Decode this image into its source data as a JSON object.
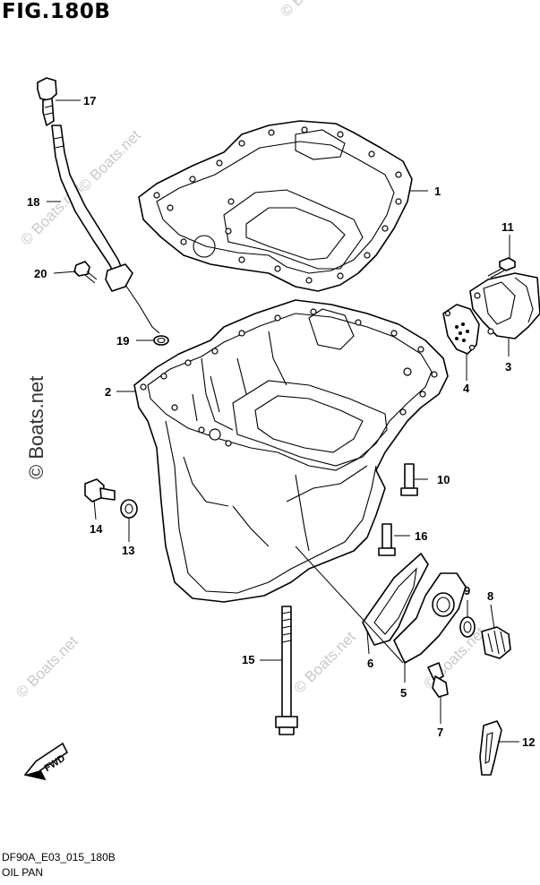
{
  "figure": {
    "title": "FIG.180B",
    "code": "DF90A_E03_015_180B",
    "name": "OIL PAN"
  },
  "watermark": {
    "text": "© Boats.net",
    "rotated_text": "© Boats.net"
  },
  "callouts": [
    "1",
    "2",
    "3",
    "4",
    "5",
    "6",
    "7",
    "8",
    "9",
    "10",
    "11",
    "12",
    "13",
    "14",
    "15",
    "16",
    "17",
    "18",
    "19",
    "20"
  ],
  "fwd_label": "FWD"
}
